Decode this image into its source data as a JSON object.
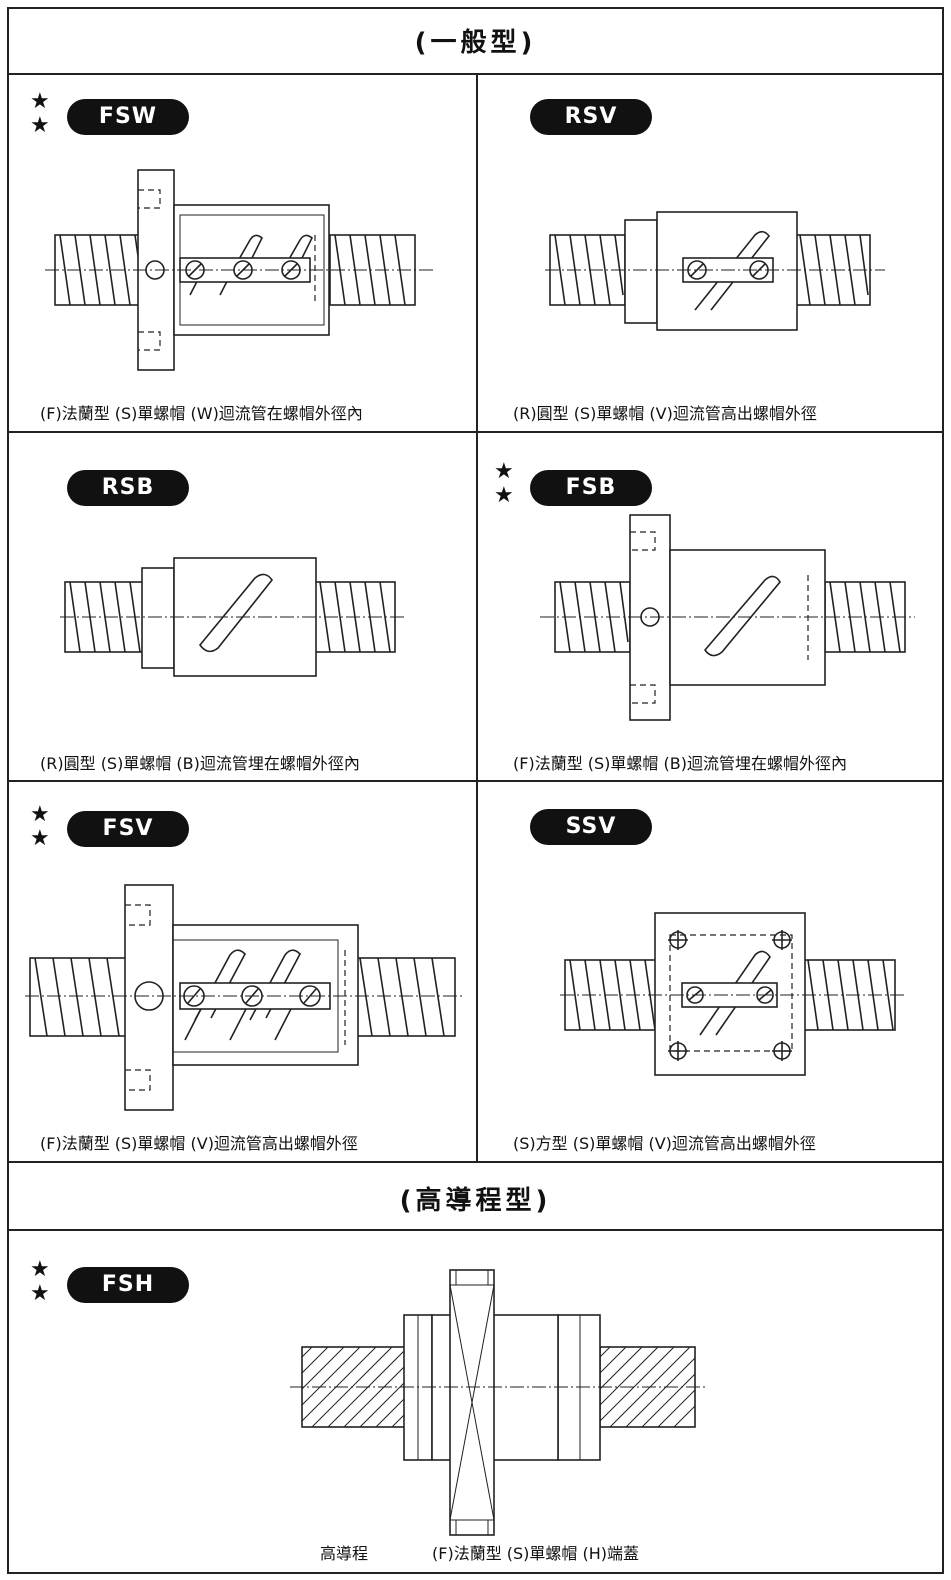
{
  "sections": {
    "general": "(一般型)",
    "high_lead": "(高導程型)"
  },
  "cells": {
    "fsw": {
      "code": "FSW",
      "starred": true,
      "caption": "(F)法蘭型 (S)單螺帽 (W)迴流管在螺帽外徑內"
    },
    "rsv": {
      "code": "RSV",
      "starred": false,
      "caption": "(R)圓型 (S)單螺帽 (V)迴流管高出螺帽外徑"
    },
    "rsb": {
      "code": "RSB",
      "starred": false,
      "caption": "(R)圓型 (S)單螺帽 (B)迴流管埋在螺帽外徑內"
    },
    "fsb": {
      "code": "FSB",
      "starred": true,
      "caption": "(F)法蘭型 (S)單螺帽 (B)迴流管埋在螺帽外徑內"
    },
    "fsv": {
      "code": "FSV",
      "starred": true,
      "caption": "(F)法蘭型 (S)單螺帽 (V)迴流管高出螺帽外徑"
    },
    "ssv": {
      "code": "SSV",
      "starred": false,
      "caption": "(S)方型 (S)單螺帽 (V)迴流管高出螺帽外徑"
    },
    "fsh": {
      "code": "FSH",
      "starred": true,
      "caption_left": "高導程",
      "caption": "(F)法蘭型 (S)單螺帽 (H)端蓋"
    }
  },
  "star_glyph": "★\n★",
  "colors": {
    "ink": "#111111",
    "badge_text": "#ffffff",
    "paper": "#ffffff"
  }
}
